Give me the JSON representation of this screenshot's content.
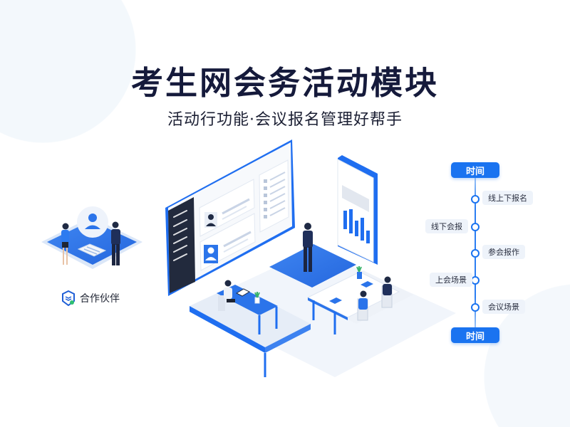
{
  "hero": {
    "title": "考生网会务活动模块",
    "subtitle": "活动行功能·会议报名管理好帮手"
  },
  "partner": {
    "label": "合作伙伴",
    "icon": "partner-shield-icon"
  },
  "timeline": {
    "start_label": "时间",
    "end_label": "时间",
    "items": [
      {
        "label": "线上下报名",
        "side": "right"
      },
      {
        "label": "线下会报",
        "side": "left"
      },
      {
        "label": "参会报作",
        "side": "right"
      },
      {
        "label": "上会场景",
        "side": "left"
      },
      {
        "label": "会议场景",
        "side": "right"
      }
    ]
  },
  "colors": {
    "accent": "#1a73f0",
    "title": "#151a3b",
    "tag_bg": "#eef3fa",
    "sidebar_dark": "#222a3d"
  }
}
